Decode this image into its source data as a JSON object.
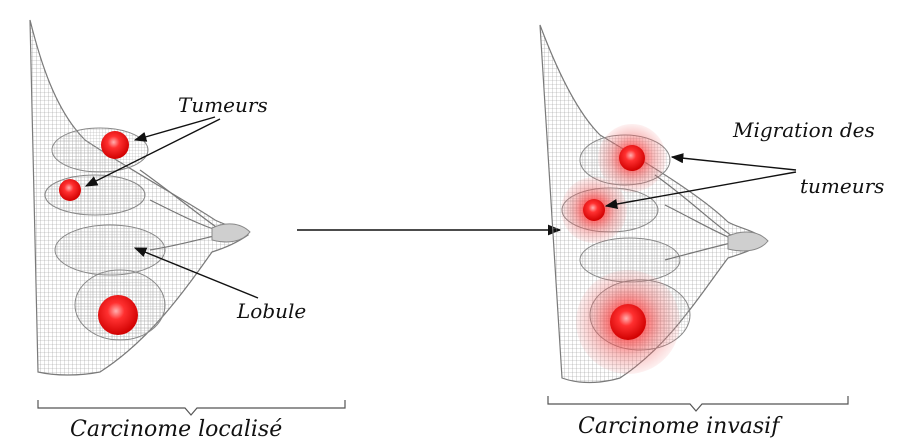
{
  "labels": {
    "tumeurs": "Tumeurs",
    "lobule": "Lobule",
    "migration_line1": "Migration des",
    "migration_line2": "tumeurs",
    "carcinome_localise": "Carcinome localisé",
    "carcinome_invasif": "Carcinome invasif"
  },
  "colors": {
    "mesh": "#8a8a8a",
    "tumor_core": "#ff2020",
    "tumor_halo": "#e84040",
    "arrow": "#111111"
  }
}
